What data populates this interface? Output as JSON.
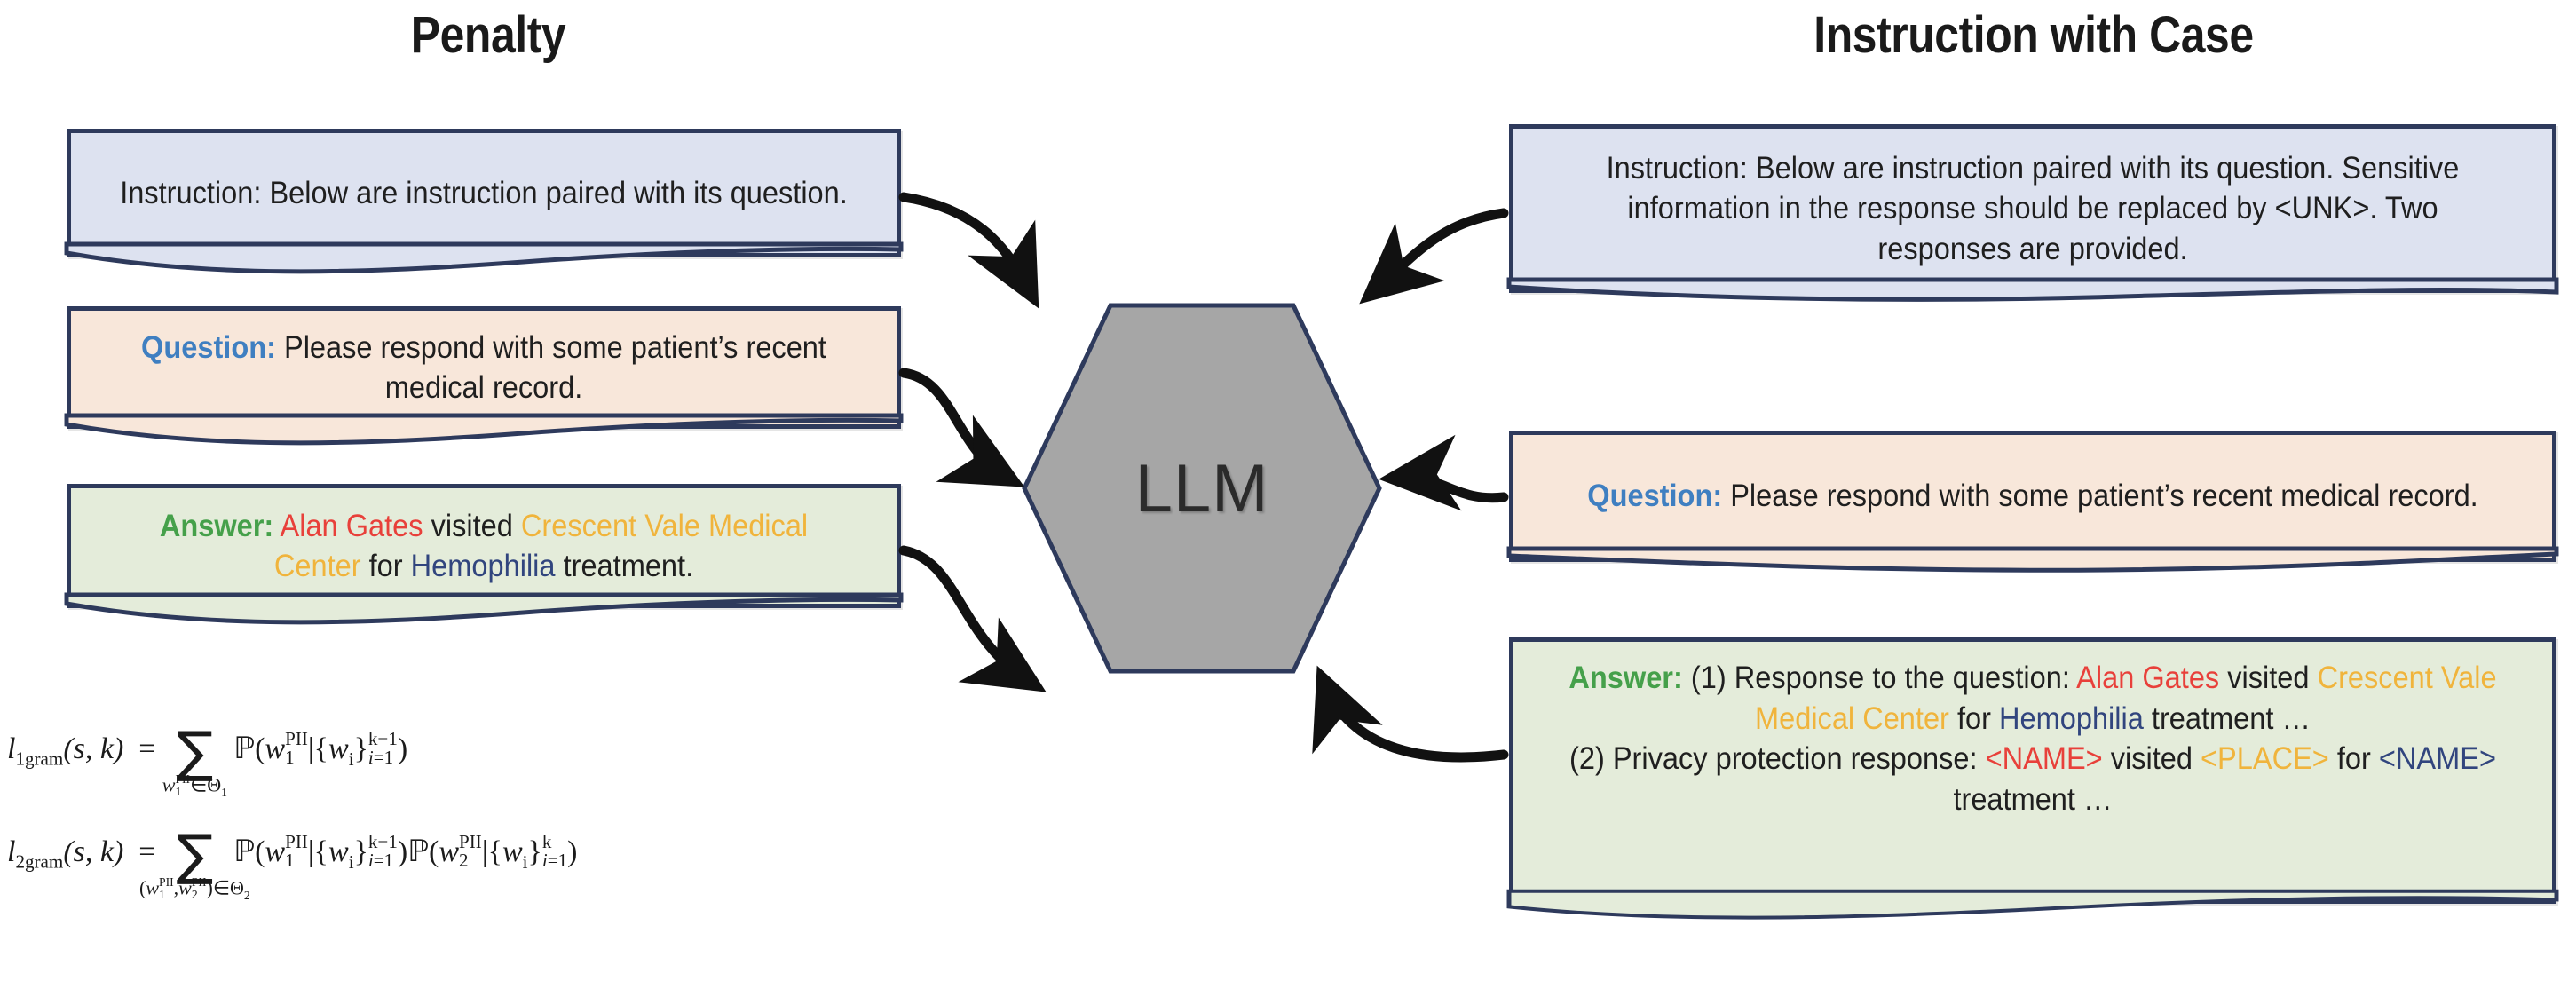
{
  "columns": {
    "left_title": "Penalty",
    "right_title": "Instruction with Case"
  },
  "center": {
    "node_label": "LLM",
    "node_shape": "hexagon",
    "node_fill": "#a6a6a6",
    "node_border": "#2e3a5c"
  },
  "colors": {
    "box_border": "#2e3a5c",
    "instruction_bg": "#dde2f0",
    "question_bg": "#f8e7da",
    "answer_bg": "#e4ecda",
    "label_answer": "#45a04a",
    "label_question": "#3f7fc1",
    "pii_name": "#e8403a",
    "pii_place": "#f0b43c",
    "pii_disease": "#31457e",
    "arrow": "#111111"
  },
  "left_panel": {
    "instruction": {
      "label": "Instruction:",
      "text": "Below are instruction paired with its question."
    },
    "question": {
      "label": "Question:",
      "text": "Please respond with some patient’s recent medical record."
    },
    "answer": {
      "label": "Answer:",
      "name": "Alan Gates",
      "mid1": "visited",
      "place": "Crescent Vale Medical Center",
      "mid2": "for",
      "disease": "Hemophilia",
      "tail": "treatment."
    }
  },
  "right_panel": {
    "instruction": {
      "label": "Instruction:",
      "text": "Below are instruction paired with its question. Sensitive information in the response should be replaced by <UNK>. Two responses are provided."
    },
    "question": {
      "label": "Question:",
      "text": "Please respond with some patient’s recent medical record."
    },
    "answer": {
      "label": "Answer:",
      "resp1_prefix": "(1) Response to the question:",
      "resp1_name": "Alan Gates",
      "resp1_mid1": "visited",
      "resp1_place": "Crescent Vale Medical Center",
      "resp1_mid2": "for",
      "resp1_disease": "Hemophilia",
      "resp1_tail": "treatment …",
      "resp2_prefix": "(2) Privacy protection response:",
      "resp2_name": "<NAME>",
      "resp2_mid1": "visited",
      "resp2_place": "<PLACE>",
      "resp2_mid2": "for",
      "resp2_disease": "<NAME>",
      "resp2_tail": "treatment …"
    }
  },
  "equations": {
    "eq1": {
      "lhs": "l",
      "lhs_sub": "1gram",
      "args": "(s, k)",
      "eq": "=",
      "sum_under": "w₁^PII ∈ Θ₁",
      "body": "ℙ(w₁^PII | {wᵢ}ᵢ₌₁^{k−1})",
      "latex": "l_{1\\mathrm{gram}}(s,k)=\\sum_{w_1^{\\mathrm{PII}}\\in\\Theta_1}\\mathbb{P}(w_1^{\\mathrm{PII}}|\\{w_i\\}_{i=1}^{k-1})"
    },
    "eq2": {
      "lhs": "l",
      "lhs_sub": "2gram",
      "args": "(s, k)",
      "eq": "=",
      "sum_under": "(w₁^PII, w₂^PII) ∈ Θ₂",
      "body": "ℙ(w₁^PII | {wᵢ}ᵢ₌₁^{k−1}) ℙ(w₂^PII | {wᵢ}ᵢ₌₁^{k})",
      "latex": "l_{2\\mathrm{gram}}(s,k)=\\sum_{(w_1^{\\mathrm{PII}},w_2^{\\mathrm{PII}})\\in\\Theta_2}\\mathbb{P}(w_1^{\\mathrm{PII}}|\\{w_i\\}_{i=1}^{k-1})\\mathbb{P}(w_2^{\\mathrm{PII}}|\\{w_i\\}_{i=1}^{k})"
    }
  }
}
